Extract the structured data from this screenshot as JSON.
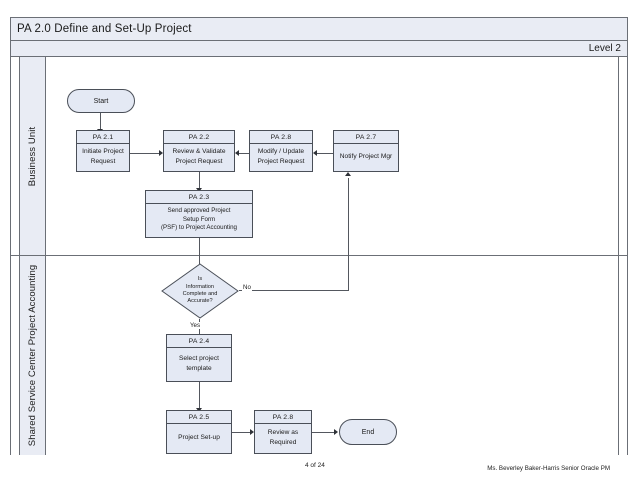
{
  "header": {
    "title": "PA 2.0 Define and Set-Up Project",
    "level": "Level 2"
  },
  "lanes": [
    {
      "id": "business-unit",
      "label": "Business Unit"
    },
    {
      "id": "ssc-project-accounting",
      "label": "Shared Service Center Project Accounting"
    }
  ],
  "nodes": {
    "start": {
      "label": "Start"
    },
    "pa21": {
      "id": "PA 2.1",
      "label": "Initiate Project\nRequest"
    },
    "pa22": {
      "id": "PA 2.2",
      "label": "Review & Validate\nProject Request"
    },
    "pa26": {
      "id": "PA 2.8",
      "label": "Modify / Update\nProject Request"
    },
    "pa27": {
      "id": "PA 2.7",
      "label": "Notify Project Mgr"
    },
    "pa23": {
      "id": "PA 2.3",
      "label": "Send approved Project\nSetup Form\n(PSF) to Project Accounting"
    },
    "decision": {
      "label": "Is\nInformation\nComplete and\nAccurate?"
    },
    "pa24": {
      "id": "PA 2.4",
      "label": "Select project\ntemplate"
    },
    "pa25": {
      "id": "PA 2.5",
      "label": "Project Set-up"
    },
    "pa28": {
      "id": "PA 2.8",
      "label": "Review as\nRequired"
    },
    "end": {
      "label": "End"
    }
  },
  "edges": {
    "no": "No",
    "yes": "Yes"
  },
  "footer": {
    "page": "4 of 24",
    "author": "Ms. Beverley Baker-Harris Senior Oracle PM"
  },
  "colors": {
    "shape_fill": "#e4e9f4",
    "shape_stroke": "#4a4f58",
    "lane_header_fill": "#e9ecf4",
    "frame_stroke": "#6b6f76",
    "connector": "#53575e"
  }
}
